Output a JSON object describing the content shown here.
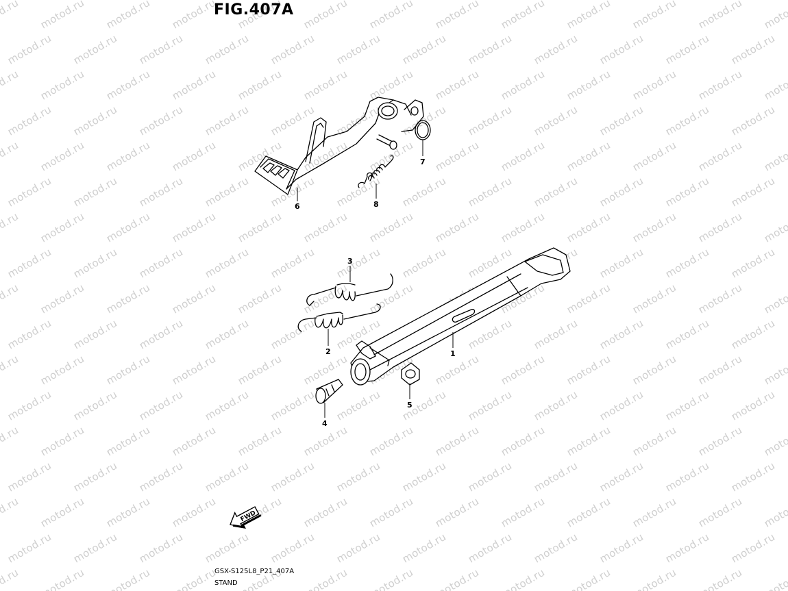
{
  "figure": {
    "title": "FIG.407A",
    "code": "GSX-S125L8_P21_407A",
    "section": "STAND",
    "fwd_label": "FWD",
    "watermark": "motod.ru"
  },
  "callouts": [
    {
      "id": "1",
      "label": "1"
    },
    {
      "id": "2",
      "label": "2"
    },
    {
      "id": "3",
      "label": "3"
    },
    {
      "id": "4",
      "label": "4"
    },
    {
      "id": "5",
      "label": "5"
    },
    {
      "id": "6",
      "label": "6"
    },
    {
      "id": "7",
      "label": "7"
    },
    {
      "id": "8",
      "label": "8"
    }
  ]
}
